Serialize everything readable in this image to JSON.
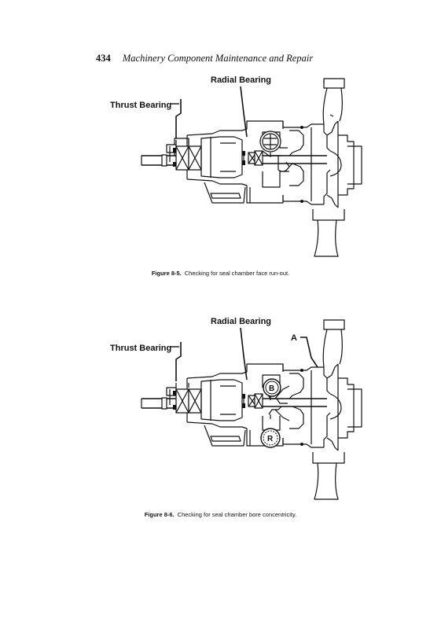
{
  "header": {
    "page_number": "434",
    "running_title": "Machinery Component Maintenance and Repair"
  },
  "figures": [
    {
      "labels": {
        "radial_bearing": "Radial Bearing",
        "thrust_bearing": "Thrust Bearing"
      },
      "caption_label": "Figure 8-5.",
      "caption_text": "Checking for seal chamber face run-out."
    },
    {
      "labels": {
        "radial_bearing": "Radial Bearing",
        "thrust_bearing": "Thrust Bearing",
        "a": "A",
        "b": "B",
        "r": "R"
      },
      "caption_label": "Figure 8-6.",
      "caption_text": "Checking for seal chamber bore concentricity."
    }
  ]
}
